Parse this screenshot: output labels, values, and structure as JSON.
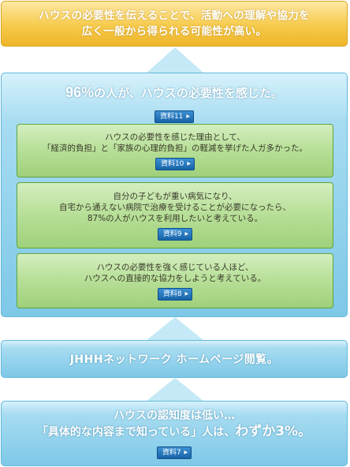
{
  "top": {
    "line1": "ハウスの必要性を伝えることで、活動への理解や協力を",
    "line2": "広く一般から得られる可能性が高い。"
  },
  "main": {
    "headline_big": "96%",
    "headline_rest": "の人が、ハウスの必要性を感じた。",
    "ref": "資料11",
    "cards": [
      {
        "lines": [
          "ハウスの必要性を感じた理由として、",
          "「経済的負担」と「家族の心理的負担」の軽減を挙げた人ガ多かった。"
        ],
        "ref": "資料10"
      },
      {
        "lines": [
          "自分の子どもが重い病気になり、",
          "自宅から通えない病院で治療を受けることが必要になったら、",
          "87%の人がハウスを利用したいと考えている。"
        ],
        "ref": "資料9"
      },
      {
        "lines": [
          "ハウスの必要性を強く感じている人ほど、",
          "ハウスへの直接的な協力をしようと考えている。"
        ],
        "ref": "資料8"
      }
    ]
  },
  "mid": {
    "text": "JHHHネットワーク ホームページ閲覧。"
  },
  "bottom": {
    "line1": "ハウスの認知度は低い…",
    "line2_pre": "「具体的な内容まで知っている」人は、",
    "line2_big": "わずか3%。",
    "ref": "資料7"
  },
  "colors": {
    "top_box": "#f6ca4b",
    "blue_box": "#7ec8e7",
    "green_card": "#b9e09a",
    "ref_chip": "#1763a8"
  },
  "icons": {
    "ref_arrow": "triangle-right-icon",
    "flow_arrow": "triangle-up-icon"
  }
}
